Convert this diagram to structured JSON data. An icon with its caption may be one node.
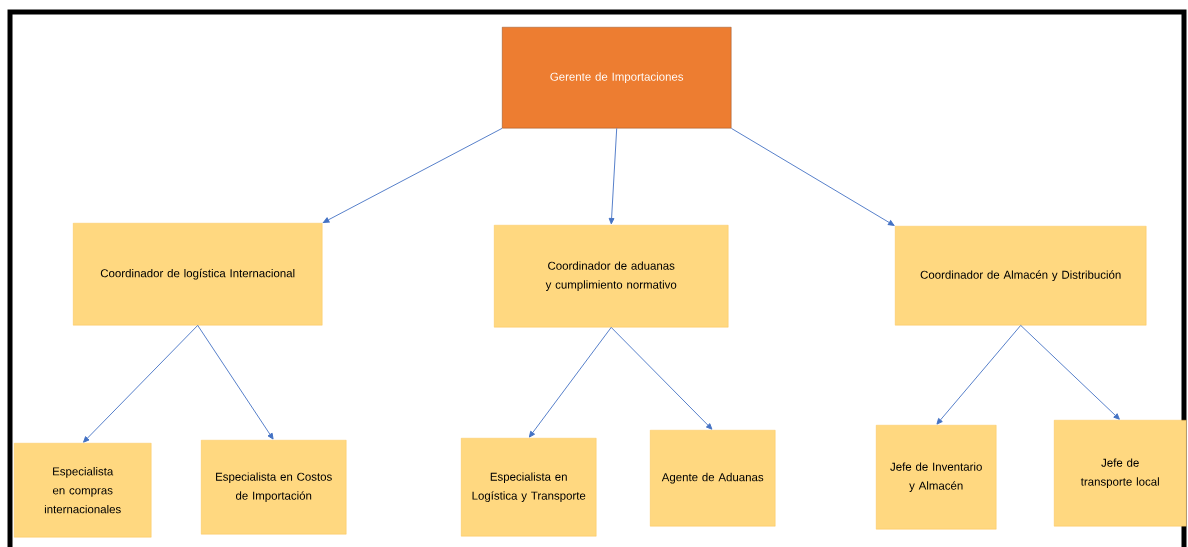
{
  "diagram": {
    "nodes": [
      {
        "text": [
          "Gerente de Importaciones"
        ]
      },
      {
        "text": [
          "Coordinador de logística Internacional"
        ]
      },
      {
        "text": [
          "Coordinador de aduanas y cumplimiento normativo"
        ]
      },
      {
        "text": [
          "Coordinador de Almacén y Distribución"
        ]
      },
      {
        "text": [
          "Especialista en compras internacionales"
        ]
      },
      {
        "text": [
          "Especialista en Costos de Importación"
        ]
      },
      {
        "text": [
          "Especialista en Logística y Transporte"
        ]
      },
      {
        "text": [
          "Agente de Aduanas"
        ]
      },
      {
        "text": [
          "Jefe de Inventario y Almacén"
        ]
      },
      {
        "text": [
          "Jefe de transporte local"
        ]
      }
    ],
    "edges": [
      {
        "from": 0,
        "to": 1,
        "arrow": "to"
      },
      {
        "from": 0,
        "to": 2,
        "arrow": "to"
      },
      {
        "from": 0,
        "to": 3,
        "arrow": "to"
      },
      {
        "from": 1,
        "to": 4,
        "arrow": "to"
      },
      {
        "from": 1,
        "to": 5,
        "arrow": "to"
      },
      {
        "from": 2,
        "to": 6,
        "arrow": "to"
      },
      {
        "from": 2,
        "to": 7,
        "arrow": "to"
      },
      {
        "from": 3,
        "to": 8,
        "arrow": "to"
      },
      {
        "from": 3,
        "to": 9,
        "arrow": "to"
      }
    ]
  }
}
